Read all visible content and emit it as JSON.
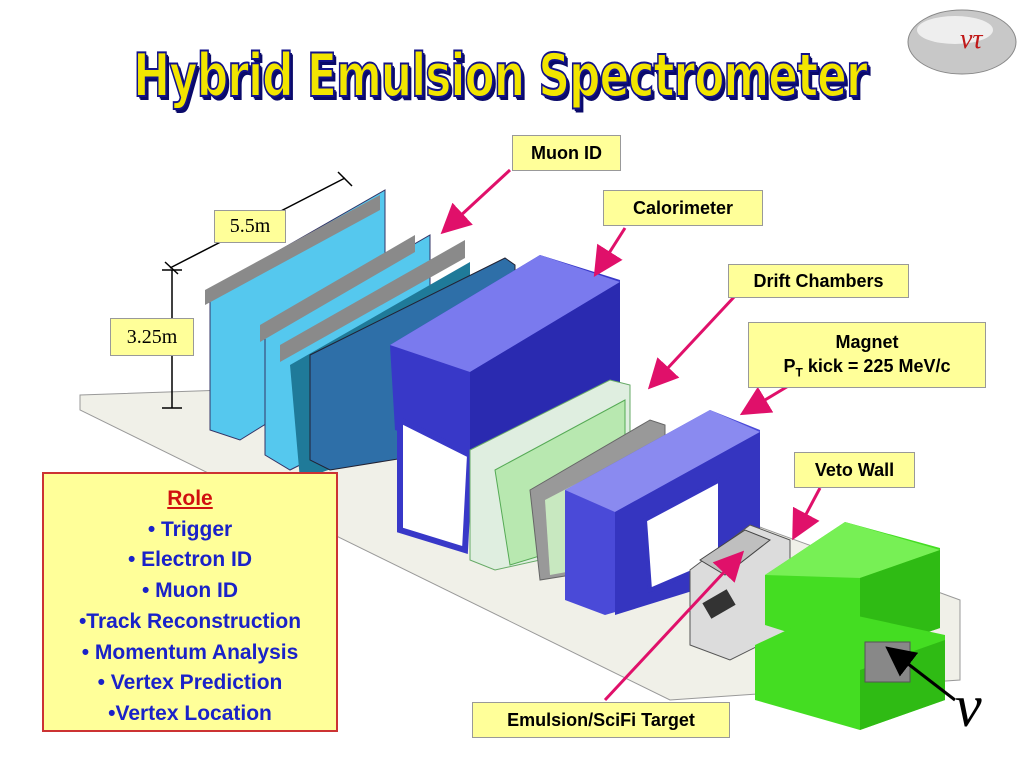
{
  "title": "Hybrid Emulsion Spectrometer",
  "logo": {
    "text": "ντ",
    "icon": "nu-tau-logo-icon"
  },
  "dimensions": {
    "length": "5.5m",
    "height": "3.25m"
  },
  "labels": {
    "muon_id": "Muon ID",
    "calorimeter": "Calorimeter",
    "drift_chambers": "Drift Chambers",
    "magnet_line1": "Magnet",
    "magnet_line2_prefix": "P",
    "magnet_line2_sub": "T",
    "magnet_line2_suffix": " kick = 225 MeV/c",
    "veto_wall": "Veto Wall",
    "emulsion_target": "Emulsion/SciFi Target"
  },
  "role": {
    "heading": "Role",
    "items": [
      "• Trigger",
      "•  Electron ID",
      "• Muon ID",
      "•Track Reconstruction",
      "• Momentum Analysis",
      "• Vertex Prediction",
      "•Vertex Location"
    ]
  },
  "neutrino_symbol": "ν",
  "colors": {
    "arrow": "#e0106a",
    "label_bg": "#ffff99",
    "magnet": "#6a6aee",
    "veto": "#66ee44",
    "role_text": "#1a22c8"
  }
}
